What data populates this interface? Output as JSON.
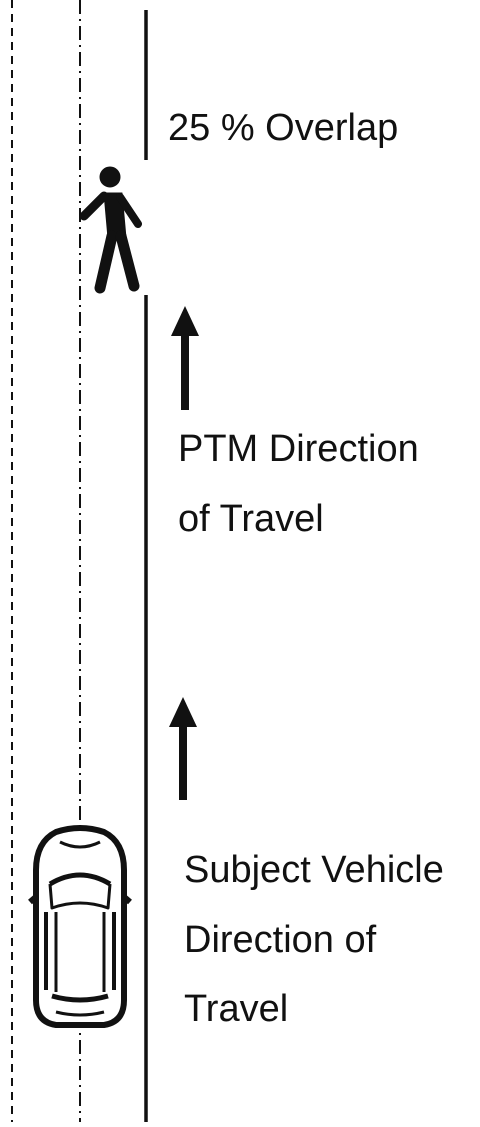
{
  "labels": {
    "overlap": "25 % Overlap",
    "ptm_direction_line1": "PTM Direction",
    "ptm_direction_line2": "of Travel",
    "subject_vehicle_line1": "Subject Vehicle",
    "subject_vehicle_line2": "Direction of",
    "subject_vehicle_line3": "Travel"
  },
  "colors": {
    "ink": "#111111",
    "background": "#ffffff"
  },
  "icons": {
    "pedestrian": "walking-person-icon",
    "vehicle": "car-top-view-icon",
    "ptm_arrow": "arrow-up-icon",
    "vehicle_arrow": "arrow-up-icon"
  }
}
